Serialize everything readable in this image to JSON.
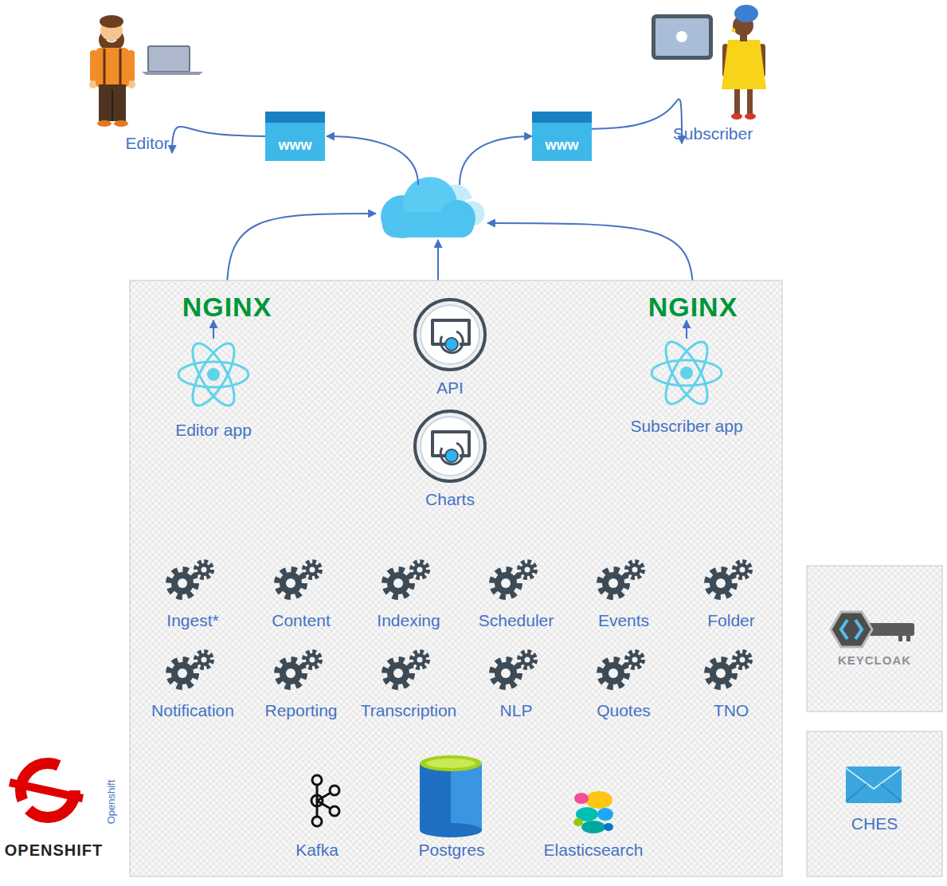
{
  "diagram": {
    "nodes": [
      {
        "text": [
          "Editor"
        ]
      },
      {
        "text": [
          "Subscriber"
        ]
      },
      {
        "text": [
          "www"
        ]
      },
      {
        "text": [
          "www"
        ]
      },
      {
        "text": [
          "Openshift"
        ]
      },
      {
        "text": [
          "NGINX"
        ],
        "in": 4
      },
      {
        "text": [
          "API"
        ],
        "in": 4
      },
      {
        "text": [
          "NGINX"
        ],
        "in": 4
      },
      {
        "text": [
          "Editor app"
        ],
        "in": 4
      },
      {
        "text": [
          "Subscriber app"
        ],
        "in": 4
      },
      {
        "text": [
          "Charts"
        ],
        "in": 4
      },
      {
        "text": [
          "Ingest*"
        ],
        "in": 4
      },
      {
        "text": [
          "Content"
        ],
        "in": 4
      },
      {
        "text": [
          "Indexing"
        ],
        "in": 4
      },
      {
        "text": [
          "Scheduler"
        ],
        "in": 4
      },
      {
        "text": [
          "Events"
        ],
        "in": 4
      },
      {
        "text": [
          "Folder"
        ],
        "in": 4
      },
      {
        "text": [
          "Notification"
        ],
        "in": 4
      },
      {
        "text": [
          "Reporting"
        ],
        "in": 4
      },
      {
        "text": [
          "Transcription"
        ],
        "in": 4
      },
      {
        "text": [
          "NLP"
        ],
        "in": 4
      },
      {
        "text": [
          "Quotes"
        ],
        "in": 4
      },
      {
        "text": [
          "TNO"
        ],
        "in": 4
      },
      {
        "text": [
          "Kafka"
        ],
        "in": 4
      },
      {
        "text": [
          "Postgres"
        ],
        "in": 4
      },
      {
        "text": [
          "Elasticsearch"
        ],
        "in": 4
      },
      {
        "text": [
          "KEYCLOAK"
        ]
      },
      {
        "text": [
          "CHES"
        ]
      }
    ],
    "edges": [
      {
        "from": 8,
        "to": 5,
        "arrow": "to"
      },
      {
        "from": 9,
        "to": 7,
        "arrow": "to"
      },
      {
        "from": 2,
        "to": 0,
        "arrow": "to"
      },
      {
        "from": 3,
        "to": 1,
        "arrow": "to"
      }
    ],
    "labels": [
      "OPENSHIFT"
    ]
  }
}
